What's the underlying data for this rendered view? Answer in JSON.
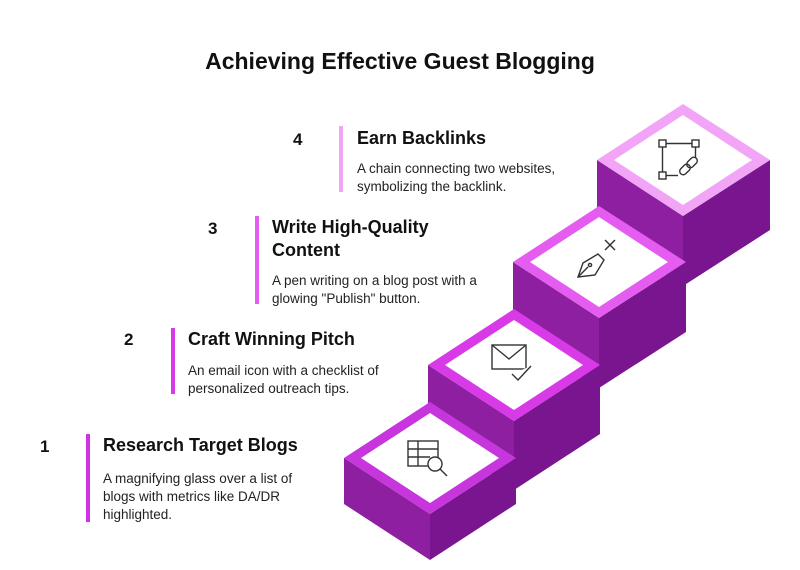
{
  "title": "Achieving Effective Guest Blogging",
  "colors": {
    "accent": "#e040f0",
    "accent_dark": "#b01ec0",
    "bar_top": "#f2a4f6",
    "stair_front": "#8e1fa0",
    "stair_side": "#7a1590",
    "stair_top": "#c636dc",
    "tile_inner": "#ffffff"
  },
  "steps": [
    {
      "number": "1",
      "heading": "Research Target Blogs",
      "description": "A magnifying glass over a list of blogs with metrics like DA/DR highlighted.",
      "icon": "search-list-icon"
    },
    {
      "number": "2",
      "heading": "Craft Winning Pitch",
      "description": "An email icon with a checklist of personalized outreach tips.",
      "icon": "email-check-icon"
    },
    {
      "number": "3",
      "heading": "Write High-Quality Content",
      "description": "A pen writing on a blog post with a glowing \"Publish\" button.",
      "icon": "pen-nib-icon"
    },
    {
      "number": "4",
      "heading": "Earn Backlinks",
      "description": "A chain connecting two websites, symbolizing the backlink.",
      "icon": "chain-link-icon"
    }
  ]
}
